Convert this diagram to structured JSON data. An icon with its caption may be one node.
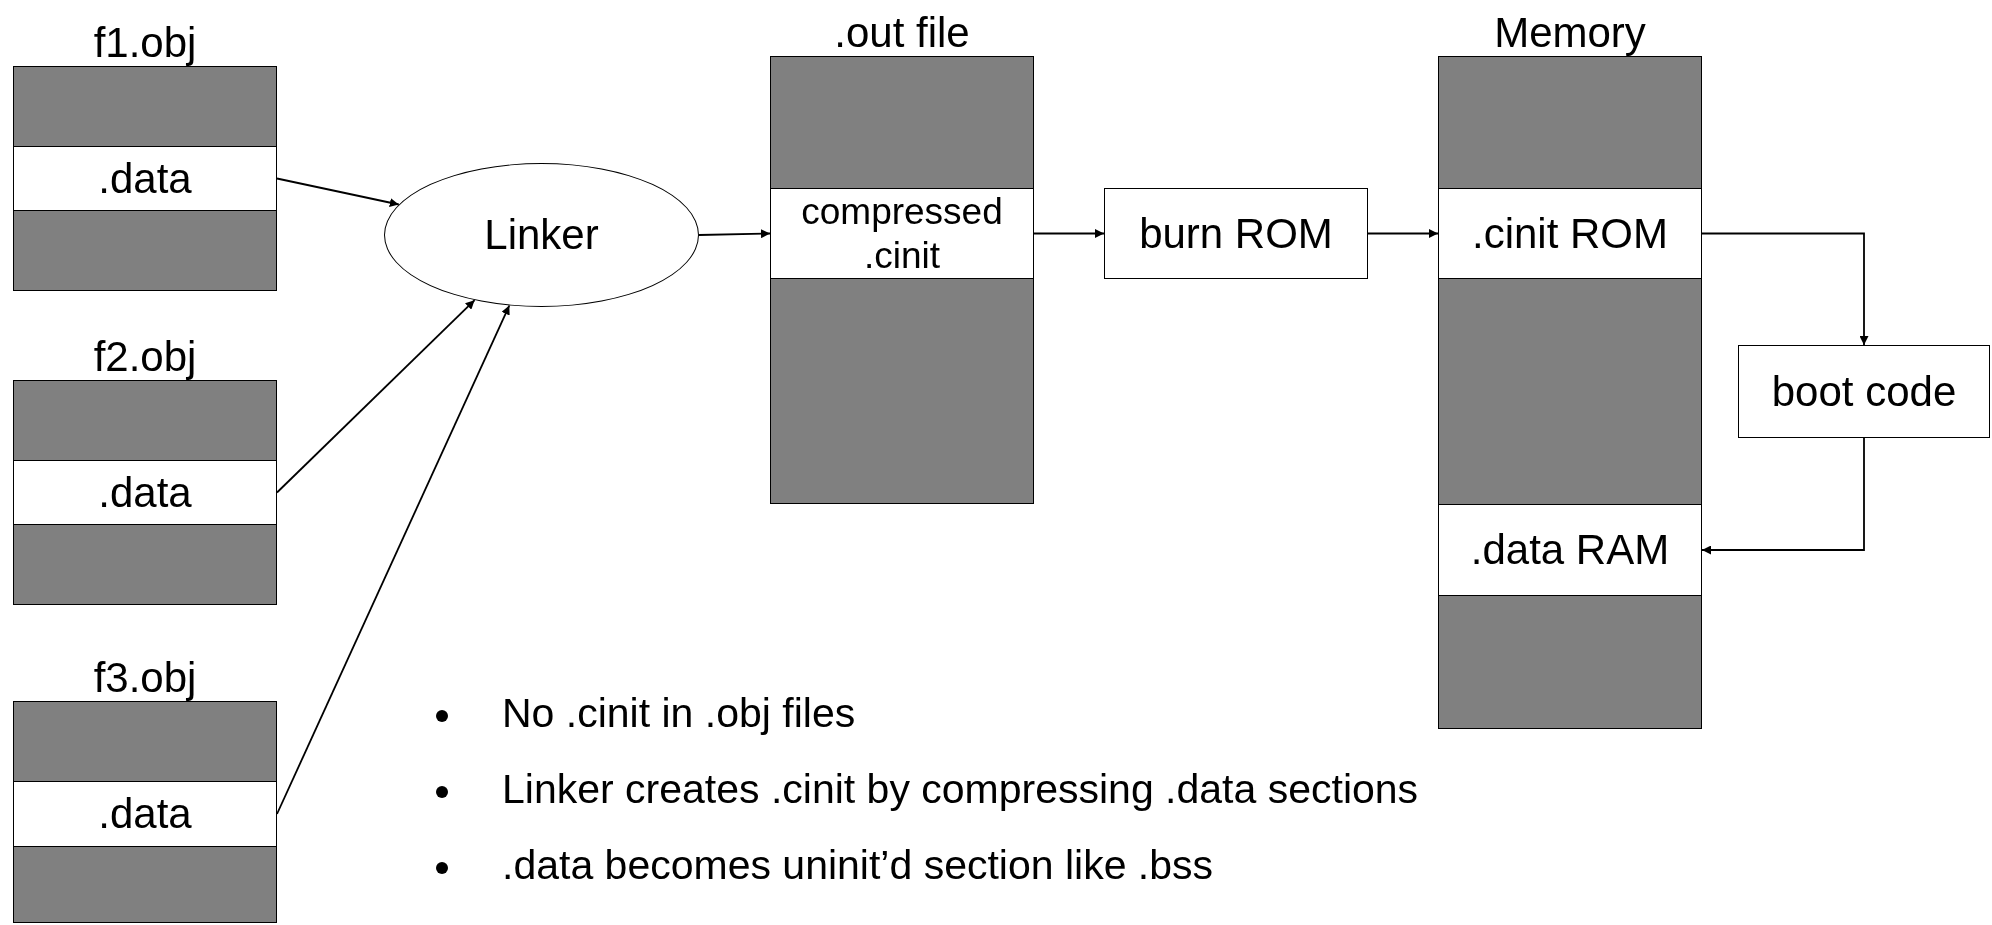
{
  "diagram": {
    "nodes": [
      {
        "text": [
          "f1.obj"
        ]
      },
      {
        "text": [
          ".data"
        ],
        "in": 0
      },
      {
        "text": [
          "f2.obj"
        ]
      },
      {
        "text": [
          ".data"
        ],
        "in": 2
      },
      {
        "text": [
          "f3.obj"
        ]
      },
      {
        "text": [
          ".data"
        ],
        "in": 4
      },
      {
        "text": [
          "Linker"
        ]
      },
      {
        "text": [
          ".out file"
        ]
      },
      {
        "text": [
          "compressed .cinit"
        ],
        "in": 7
      },
      {
        "text": [
          "burn ROM"
        ]
      },
      {
        "text": [
          "Memory"
        ]
      },
      {
        "text": [
          ".cinit ROM"
        ],
        "in": 10
      },
      {
        "text": [
          "boot code"
        ]
      },
      {
        "text": [
          ".data RAM"
        ],
        "in": 10
      }
    ],
    "edges": [
      {
        "from": 1,
        "to": 6,
        "arrow": "to"
      },
      {
        "from": 3,
        "to": 6,
        "arrow": "to"
      },
      {
        "from": 5,
        "to": 6,
        "arrow": "to"
      },
      {
        "from": 6,
        "to": 8,
        "arrow": "to"
      },
      {
        "from": 8,
        "to": 9,
        "arrow": "to"
      },
      {
        "from": 9,
        "to": 11,
        "arrow": "to"
      },
      {
        "from": 11,
        "to": 12,
        "arrow": "to"
      },
      {
        "from": 12,
        "to": 13,
        "arrow": "to"
      }
    ],
    "labels": [
      "No .cinit in .obj files",
      "Linker creates .cinit by compressing .data sections",
      ".data becomes uninit’d section like .bss"
    ]
  }
}
